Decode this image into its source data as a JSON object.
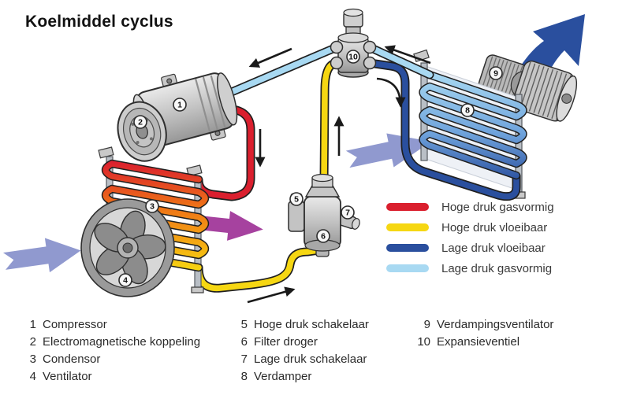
{
  "title": "Koelmiddel cyclus",
  "legend": {
    "items": [
      {
        "label": "Hoge druk gasvormig",
        "color": "#da1f2e"
      },
      {
        "label": "Hoge druk vloeibaar",
        "color": "#f6d712"
      },
      {
        "label": "Lage druk vloeibaar",
        "color": "#2a4f9e"
      },
      {
        "label": "Lage druk gasvormig",
        "color": "#a8d9f2"
      }
    ]
  },
  "pipes": {
    "high_pressure_gas": "#da1f2e",
    "high_pressure_liquid": "#f6d712",
    "low_pressure_liquid": "#2a4f9e",
    "low_pressure_gas": "#a8d9f2"
  },
  "air_arrows": {
    "cold_air_in": "#9099cf",
    "warm_air_out": "#a6429f",
    "cooled_air_out": "#2a4f9e"
  },
  "diagram": {
    "markers": [
      {
        "number": "1"
      },
      {
        "number": "2"
      },
      {
        "number": "3"
      },
      {
        "number": "4"
      },
      {
        "number": "5"
      },
      {
        "number": "6"
      },
      {
        "number": "7"
      },
      {
        "number": "8"
      },
      {
        "number": "9"
      },
      {
        "number": "10"
      }
    ]
  },
  "parts": {
    "col1": [
      {
        "num": "1",
        "label": "Compressor"
      },
      {
        "num": "2",
        "label": "Electromagnetische koppeling"
      },
      {
        "num": "3",
        "label": "Condensor"
      },
      {
        "num": "4",
        "label": "Ventilator"
      }
    ],
    "col2": [
      {
        "num": "5",
        "label": "Hoge druk schakelaar"
      },
      {
        "num": "6",
        "label": "Filter droger"
      },
      {
        "num": "7",
        "label": "Lage druk schakelaar"
      },
      {
        "num": "8",
        "label": "Verdamper"
      }
    ],
    "col3": [
      {
        "num": "9",
        "label": "Verdampingsventilator"
      },
      {
        "num": "10",
        "label": "Expansieventiel"
      }
    ]
  }
}
